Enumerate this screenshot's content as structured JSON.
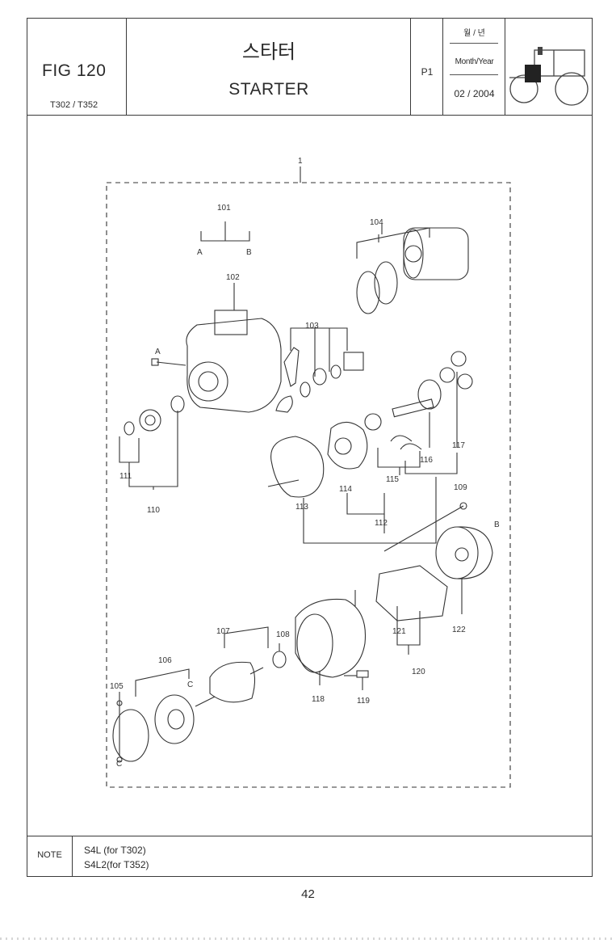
{
  "header": {
    "figure": "FIG 120",
    "models": "T302 / T352",
    "title_ko": "스타터",
    "title_en": "STARTER",
    "page_code": "P1",
    "date_label_ko": "월 / 년",
    "date_label_en": "Month/Year",
    "date_value": "02 / 2004"
  },
  "diagram": {
    "part_labels": [
      "1",
      "101",
      "A",
      "B",
      "102",
      "103",
      "104",
      "105",
      "106",
      "107",
      "108",
      "109",
      "110",
      "111",
      "112",
      "113",
      "114",
      "115",
      "116",
      "117",
      "118",
      "119",
      "120",
      "121",
      "122",
      "C"
    ]
  },
  "note": {
    "label": "NOTE",
    "lines": [
      "S4L  (for T302)",
      "S4L2(for T352)"
    ]
  },
  "footer": {
    "page_number": "42"
  }
}
